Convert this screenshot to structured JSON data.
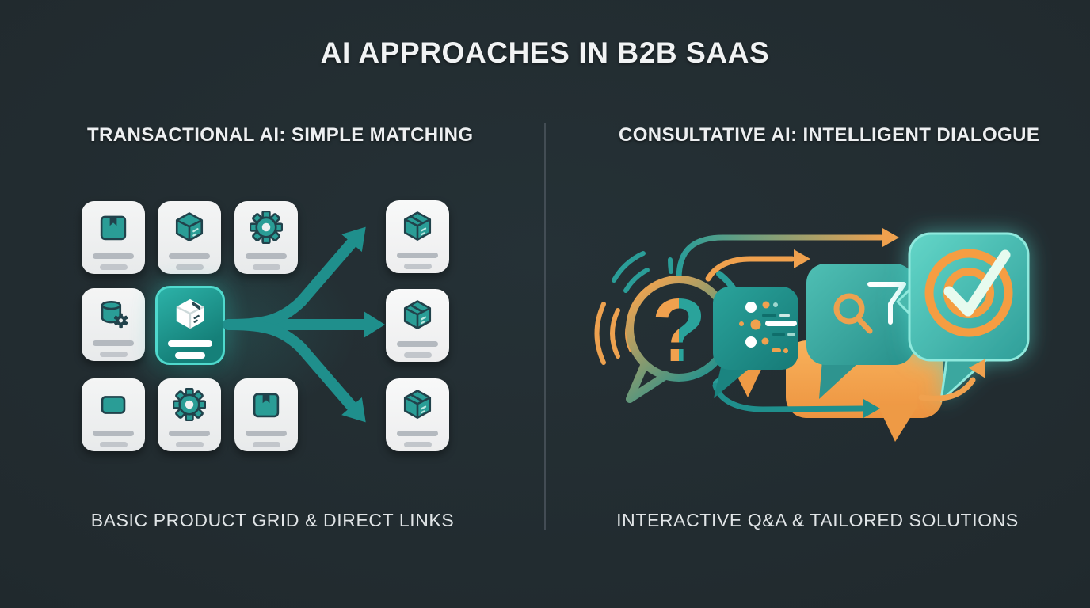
{
  "title": "AI APPROACHES IN B2B SAAS",
  "left": {
    "heading": "TRANSACTIONAL AI: SIMPLE MATCHING",
    "caption": "BASIC PRODUCT GRID & DIRECT LINKS",
    "grid_icons": [
      "package",
      "cube-3d",
      "gear",
      "database-gear",
      "box-3d-selected",
      "card-panel",
      "gear",
      "package"
    ],
    "selected_icon": "box-3d-selected",
    "result_icons": [
      "box-3d",
      "box-3d",
      "box-3d"
    ],
    "arrow_branches": 3
  },
  "right": {
    "heading": "CONSULTATIVE AI: INTELLIGENT DIALOGUE",
    "caption": "INTERACTIVE Q&A & TAILORED SOLUTIONS",
    "question_glyph": "?",
    "elements": [
      "question-speech-bubble",
      "sound-wave-arcs",
      "chat-list-bubble",
      "search-filter-bubble",
      "orange-speech-bubble",
      "target-check-bubble",
      "flow-arrows"
    ]
  },
  "colors": {
    "background": "#212a2e",
    "teal": "#1f8f8c",
    "teal_light": "#4fd9cd",
    "orange": "#f0a14e",
    "card_bg": "#eef0f1",
    "bar_gray": "#b7bcc1",
    "heading_text": "#edeff1",
    "divider": "#49525a",
    "check_mint": "#e7fbef"
  }
}
